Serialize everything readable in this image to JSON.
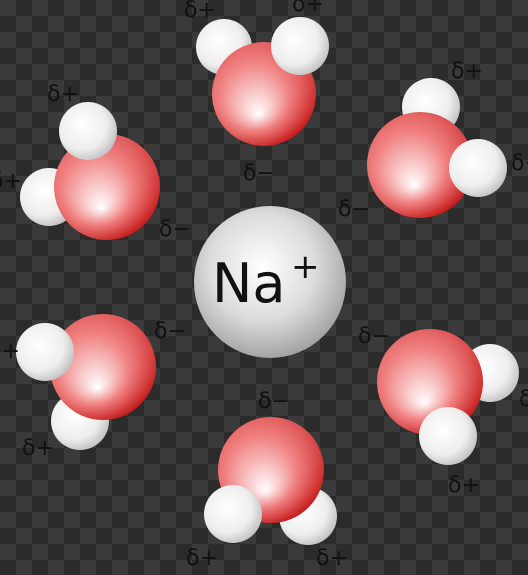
{
  "ion": {
    "symbol": "Na",
    "charge": "+"
  },
  "labels": {
    "partial_positive": "δ+",
    "partial_negative": "δ−"
  },
  "colors": {
    "oxygen": "#d32f2f",
    "hydrogen": "#e8e8e8",
    "sodium": "#b8b8b8"
  },
  "molecules": [
    {
      "name": "top",
      "labels": [
        "δ+",
        "δ+",
        "δ−"
      ]
    },
    {
      "name": "top-right",
      "labels": [
        "δ+",
        "δ+",
        "δ−"
      ]
    },
    {
      "name": "right",
      "labels": [
        "δ−",
        "δ+",
        "δ+"
      ]
    },
    {
      "name": "bottom",
      "labels": [
        "δ−",
        "δ+",
        "δ+"
      ]
    },
    {
      "name": "bottom-left",
      "labels": [
        "δ−",
        "δ+",
        "δ+"
      ]
    },
    {
      "name": "top-left",
      "labels": [
        "δ+",
        "δ+",
        "δ−"
      ]
    }
  ]
}
